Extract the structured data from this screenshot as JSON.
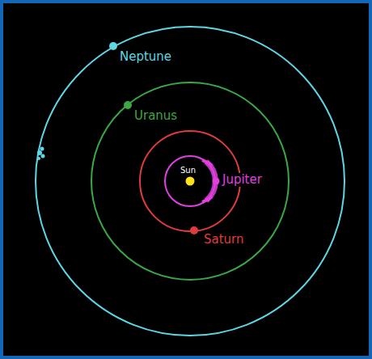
{
  "diagram": {
    "labels": [
      "Neptune",
      "Uranus",
      "Sun",
      "Jupiter",
      "Saturn"
    ]
  }
}
